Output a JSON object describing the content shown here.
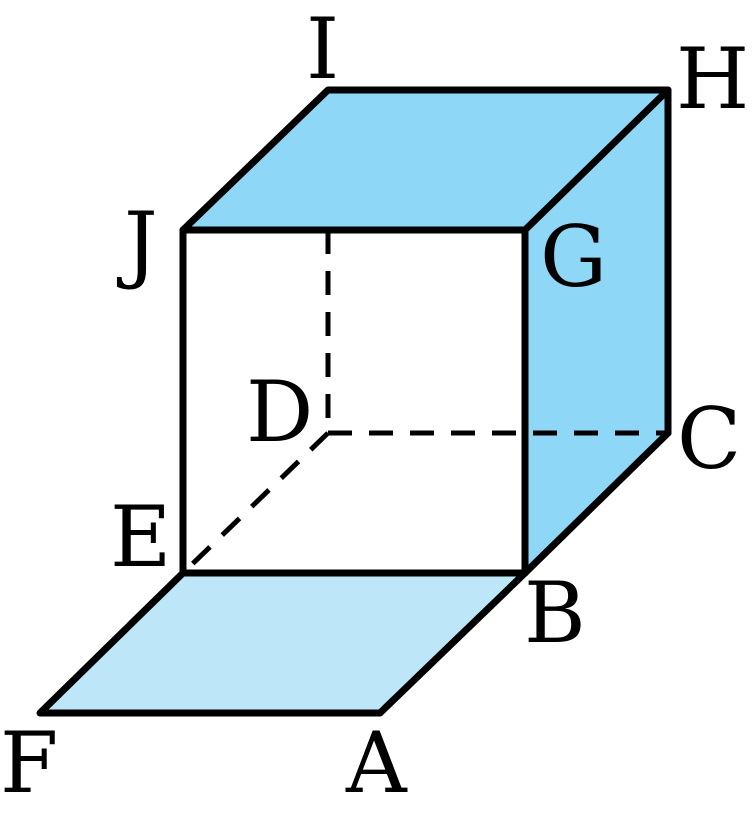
{
  "colors": {
    "top_face": "#8fd7f6",
    "right_face": "#8fd7f6",
    "bottom_flap": "#bde6f9",
    "front_face": "#ffffff",
    "stroke": "#000000"
  },
  "labels": {
    "I": "I",
    "H": "H",
    "J": "J",
    "G": "G",
    "D": "D",
    "C": "C",
    "E": "E",
    "B": "B",
    "F": "F",
    "A": "A"
  }
}
